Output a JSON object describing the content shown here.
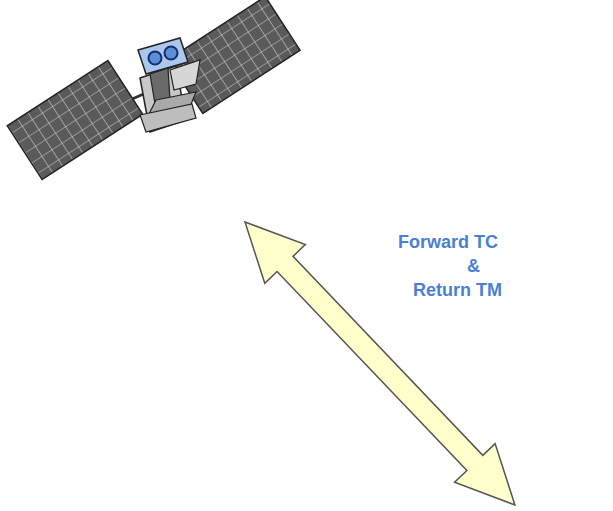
{
  "diagram": {
    "labels": [
      "Forward TC",
      "&",
      "Return TM"
    ]
  }
}
